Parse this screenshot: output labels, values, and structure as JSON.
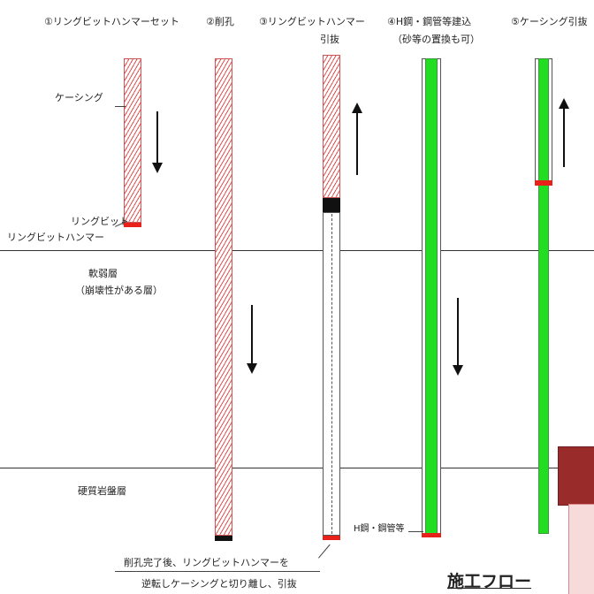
{
  "steps": [
    {
      "label": "①リングビットハンマーセット"
    },
    {
      "label": "②削孔"
    },
    {
      "label": "③リングビットハンマー",
      "label2": "引抜"
    },
    {
      "label": "④H鋼・鋼管等建込",
      "label2": "（砂等の置換も可）"
    },
    {
      "label": "⑤ケーシング引抜"
    }
  ],
  "labels": {
    "casing": "ケーシング",
    "ring_bit": "リングビット",
    "ring_bit_hammer": "リングビットハンマー",
    "soft_layer_1": "軟弱層",
    "soft_layer_2": "（崩壊性がある層）",
    "hard_layer": "硬質岩盤層",
    "h_steel": "H鋼・鋼管等",
    "note_line1": "削孔完了後、リングビットハンマーを",
    "note_line2": "逆転しケーシングと切り離し、引抜",
    "flow_title": "施工フロー"
  },
  "colors": {
    "casing_hatch": "#e25050",
    "steel_green": "#22dd22",
    "bit_red": "#e8211b",
    "hammer_black": "#111111",
    "callout_dark": "#9a2b2b",
    "callout_light": "#f7dada"
  },
  "icons": [
    "arrow-down-icon",
    "arrow-up-icon"
  ]
}
